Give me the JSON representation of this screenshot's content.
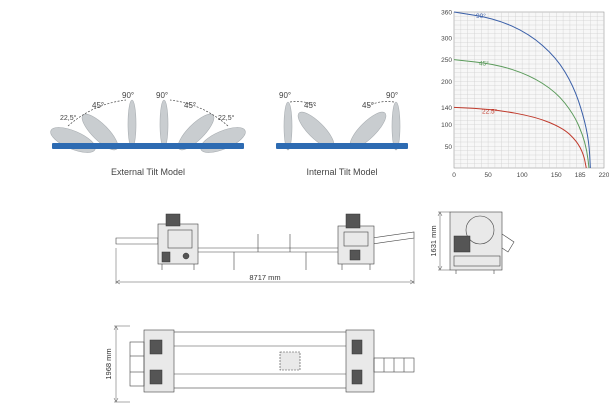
{
  "external_tilt": {
    "caption": "External Tilt Model",
    "angle_labels": [
      "22,5°",
      "45°",
      "90°",
      "90°",
      "45°",
      "22,5°"
    ]
  },
  "internal_tilt": {
    "caption": "Internal Tilt Model",
    "angle_labels": [
      "90°",
      "45°",
      "45°",
      "90°"
    ]
  },
  "dimensions": {
    "machine_length": "8717 mm",
    "machine_height": "1631 mm",
    "machine_depth": "1968 mm"
  },
  "colors": {
    "bar": "#2d6bb2",
    "curve_90": "#3a5fa8",
    "curve_45": "#5a9a5a",
    "curve_22_5": "#c0392b"
  },
  "chart_data": {
    "type": "line",
    "xlim": [
      0,
      220
    ],
    "ylim": [
      0,
      360
    ],
    "x_ticks": [
      "0",
      "50",
      "100",
      "150",
      "185",
      "220"
    ],
    "x_tick_values": [
      0,
      50,
      100,
      150,
      185,
      220
    ],
    "y_ticks": [
      "50",
      "100",
      "140",
      "200",
      "250",
      "300",
      "360"
    ],
    "y_tick_values": [
      50,
      100,
      140,
      200,
      250,
      300,
      360
    ],
    "grid": true,
    "series": [
      {
        "name": "90°",
        "color": "#3a5fa8",
        "x": [
          0,
          60,
          110,
          150,
          175,
          190,
          198,
          200
        ],
        "y": [
          360,
          345,
          310,
          255,
          190,
          120,
          60,
          0
        ]
      },
      {
        "name": "45°",
        "color": "#5a9a5a",
        "x": [
          0,
          60,
          110,
          150,
          175,
          188,
          195,
          198
        ],
        "y": [
          250,
          240,
          215,
          175,
          125,
          80,
          40,
          0
        ]
      },
      {
        "name": "22.5°",
        "color": "#c0392b",
        "x": [
          0,
          60,
          120,
          160,
          180,
          190,
          194
        ],
        "y": [
          140,
          135,
          118,
          92,
          62,
          32,
          0
        ]
      }
    ]
  }
}
